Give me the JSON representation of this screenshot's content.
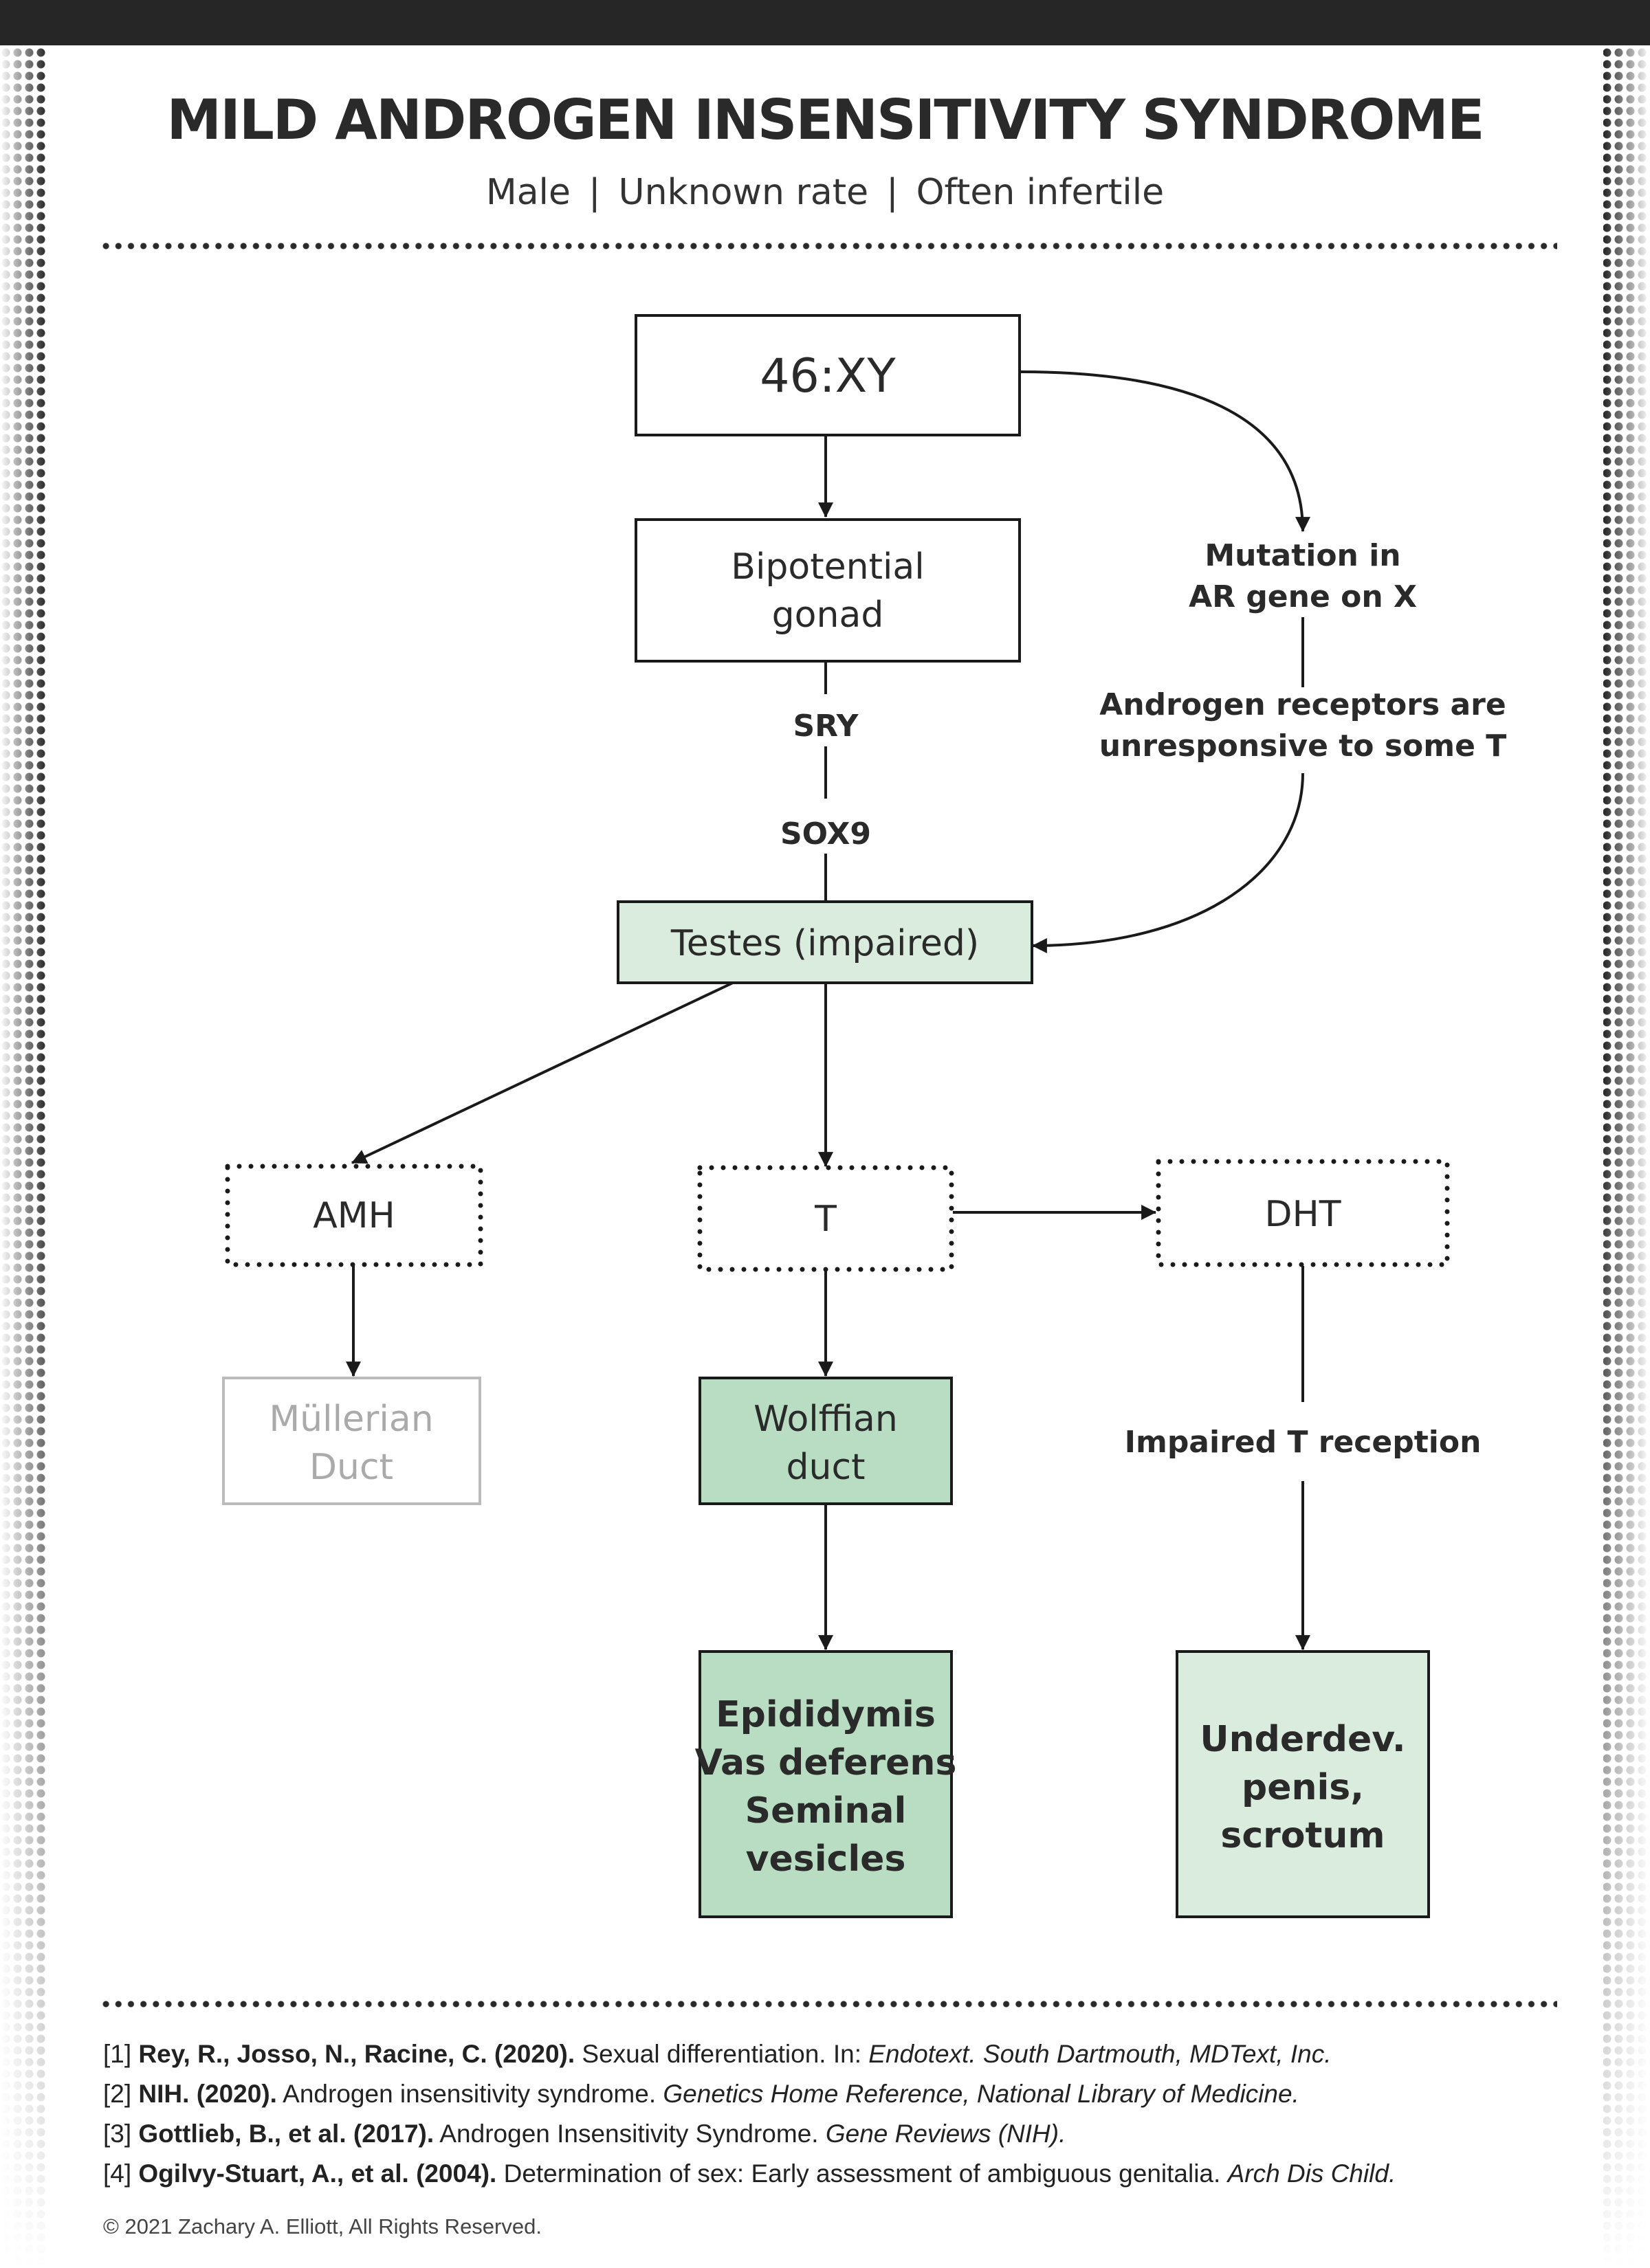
{
  "header": {
    "title": "MILD ANDROGEN INSENSITIVITY SYNDROME",
    "subtitle_parts": [
      "Male",
      "Unknown rate",
      "Often infertile"
    ],
    "subtitle_separator": "|"
  },
  "nodes": {
    "karyotype": "46:XY",
    "gonad_line1": "Bipotential",
    "gonad_line2": "gonad",
    "testes": "Testes (impaired)",
    "amh": "AMH",
    "t": "T",
    "dht": "DHT",
    "mullerian_line1": "Müllerian",
    "mullerian_line2": "Duct",
    "wolffian_line1": "Wolffian",
    "wolffian_line2": "duct",
    "epi_line1": "Epididymis",
    "epi_line2": "Vas deferens",
    "epi_line3": "Seminal",
    "epi_line4": "vesicles",
    "ext_line1": "Underdev.",
    "ext_line2": "penis,",
    "ext_line3": "scrotum"
  },
  "labels": {
    "sry": "SRY",
    "sox9": "SOX9",
    "mutation_line1": "Mutation in",
    "mutation_line2": "AR gene on X",
    "receptors_line1": "Androgen receptors are",
    "receptors_line2": "unresponsive to some T",
    "impaired": "Impaired T reception"
  },
  "references": [
    {
      "num": "[1]",
      "authors": "Rey, R., Josso, N., Racine, C. (2020).",
      "title": " Sexual differentiation. In: ",
      "source": "Endotext. South Dartmouth, MDText, Inc."
    },
    {
      "num": "[2]",
      "authors": "NIH. (2020).",
      "title": " Androgen insensitivity syndrome. ",
      "source": "Genetics Home Reference, National Library of Medicine."
    },
    {
      "num": "[3]",
      "authors": "Gottlieb, B., et al. (2017).",
      "title": " Androgen Insensitivity Syndrome. ",
      "source": "Gene Reviews (NIH)."
    },
    {
      "num": "[4]",
      "authors": "Ogilvy-Stuart, A., et al. (2004).",
      "title": " Determination of sex: Early assessment of ambiguous genitalia. ",
      "source": "Arch Dis Child."
    }
  ],
  "copyright": "© 2021 Zachary A. Elliott, All Rights Reserved.",
  "colors": {
    "light_green": "#d9ecdd",
    "mid_green": "#b9ddc3",
    "faded_text": "#aaaaaa",
    "faded_border": "#bbbbbb",
    "dark": "#1a1a1a"
  }
}
